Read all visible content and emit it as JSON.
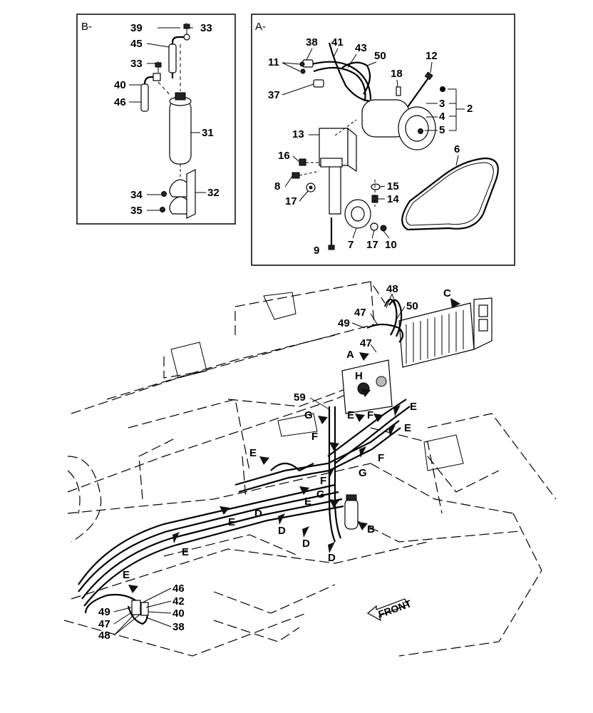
{
  "panels": {
    "b": {
      "title": "B-",
      "labels": [
        "39",
        "33",
        "45",
        "33",
        "40",
        "46",
        "31",
        "34",
        "32",
        "35"
      ]
    },
    "a": {
      "title": "A-",
      "labels": [
        "38",
        "41",
        "43",
        "50",
        "12",
        "11",
        "18",
        "37",
        "2",
        "3",
        "4",
        "5",
        "13",
        "6",
        "16",
        "8",
        "15",
        "17",
        "14",
        "9",
        "7",
        "17",
        "10"
      ]
    }
  },
  "main": {
    "letters": {
      "C": "C",
      "A": "A",
      "H": "H",
      "B": "B",
      "D": "D",
      "E": "E",
      "F": "F",
      "G": "G"
    },
    "numbers": [
      "48",
      "47",
      "50",
      "49",
      "47",
      "59",
      "46",
      "42",
      "40",
      "38",
      "49",
      "47",
      "48"
    ],
    "front_label": "FRONT"
  }
}
